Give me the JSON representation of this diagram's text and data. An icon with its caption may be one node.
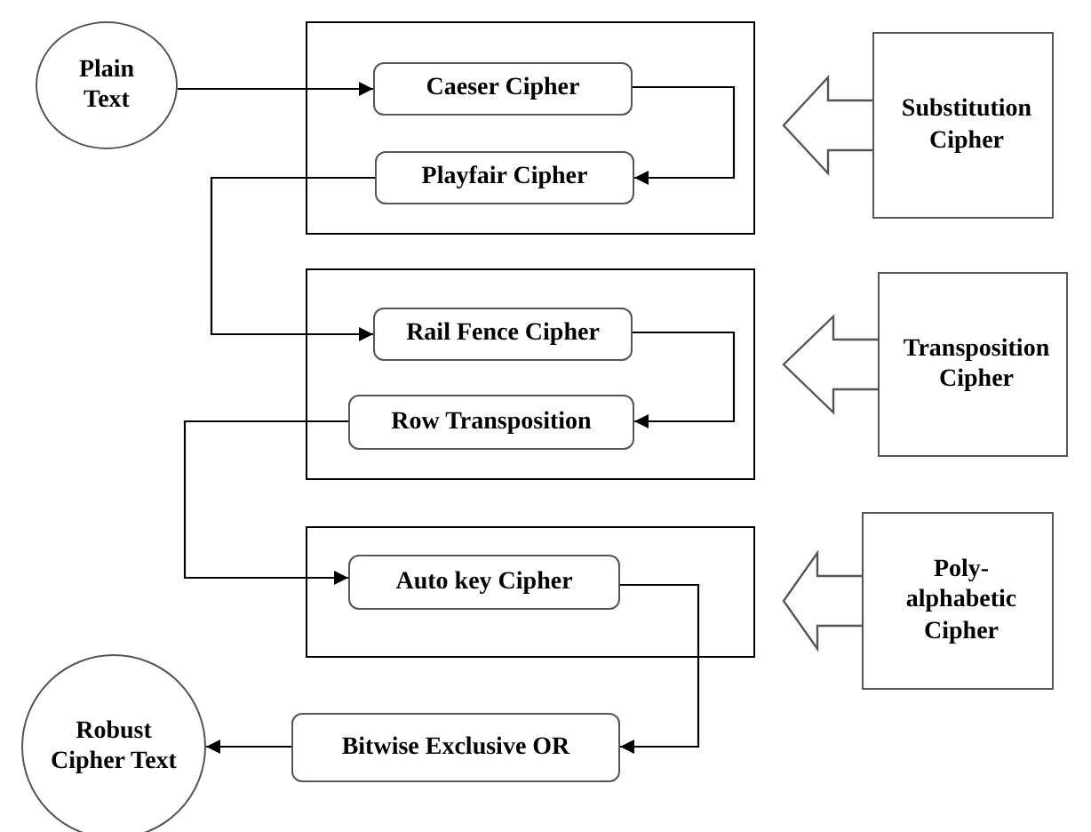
{
  "diagram": {
    "nodes": [
      {
        "text": [
          "Plain Text"
        ]
      },
      {
        "text": [],
        "shape": "box"
      },
      {
        "text": [
          "Caeser Cipher"
        ],
        "in": 1
      },
      {
        "text": [
          "Playfair Cipher"
        ],
        "in": 1
      },
      {
        "text": [],
        "shape": "box"
      },
      {
        "text": [
          "Rail Fence Cipher"
        ],
        "in": 4
      },
      {
        "text": [
          "Row Transposition"
        ],
        "in": 4
      },
      {
        "text": [],
        "shape": "box"
      },
      {
        "text": [
          "Auto key Cipher"
        ],
        "in": 7
      },
      {
        "text": [
          "Bitwise Exclusive OR"
        ]
      },
      {
        "text": [
          "Robust Cipher Text"
        ]
      },
      {
        "text": [
          "Substitution Cipher"
        ]
      },
      {
        "text": [
          "Transposition Cipher"
        ]
      },
      {
        "text": [
          "Poly-alphabetic Cipher"
        ]
      }
    ],
    "edges": [
      {
        "from": 0,
        "to": 2,
        "arrow": "to"
      },
      {
        "from": 2,
        "to": 3,
        "arrow": "to"
      },
      {
        "from": 3,
        "to": 5,
        "arrow": "to"
      },
      {
        "from": 5,
        "to": 6,
        "arrow": "to"
      },
      {
        "from": 6,
        "to": 8,
        "arrow": "to"
      },
      {
        "from": 8,
        "to": 9,
        "arrow": "to"
      },
      {
        "from": 9,
        "to": 10,
        "arrow": "to"
      },
      {
        "from": 11,
        "to": 1,
        "arrow": "to",
        "style": "thick"
      },
      {
        "from": 12,
        "to": 4,
        "arrow": "to",
        "style": "thick"
      },
      {
        "from": 13,
        "to": 7,
        "arrow": "to",
        "style": "thick"
      }
    ]
  }
}
